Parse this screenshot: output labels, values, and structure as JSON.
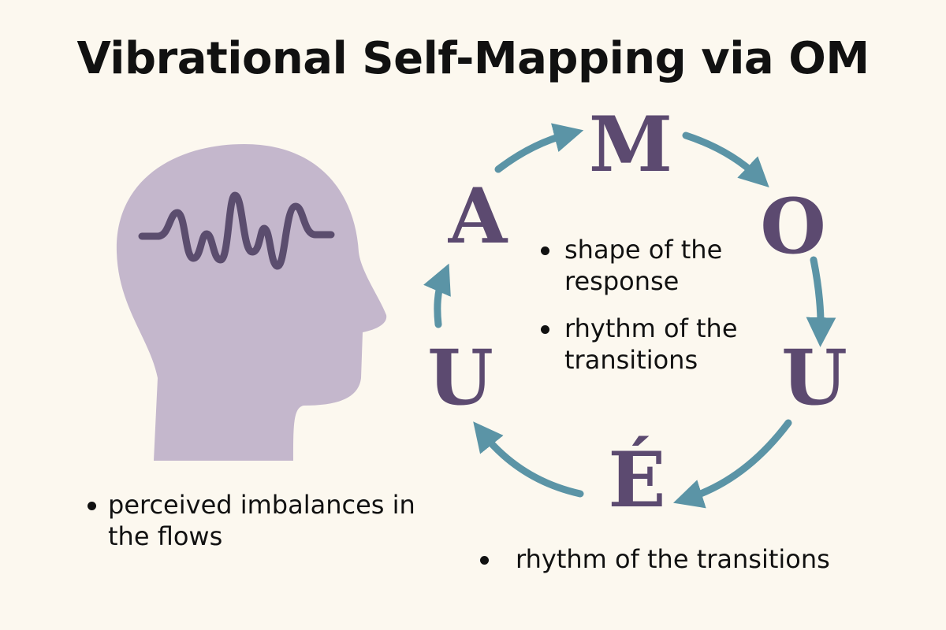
{
  "title": "Vibrational Self-Mapping via OM",
  "cycle_letters": [
    "M",
    "O",
    "U",
    "É",
    "U",
    "A"
  ],
  "center_bullets": [
    "shape of the response",
    "rhythm of the transitions"
  ],
  "head_bullet": "perceived imbalances in the flows",
  "bottom_bullet": "rhythm of the transitions",
  "colors": {
    "background": "#fcf8ef",
    "head": "#c4b7cc",
    "wave": "#5b4d6e",
    "letters": "#5c4a70",
    "arrows": "#5b94a6"
  }
}
